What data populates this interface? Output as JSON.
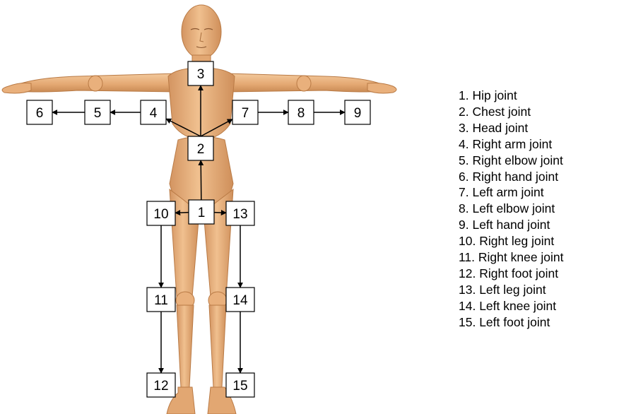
{
  "diagram": {
    "nodes": [
      {
        "id": "1",
        "label": "1"
      },
      {
        "id": "2",
        "label": "2"
      },
      {
        "id": "3",
        "label": "3"
      },
      {
        "id": "4",
        "label": "4"
      },
      {
        "id": "5",
        "label": "5"
      },
      {
        "id": "6",
        "label": "6"
      },
      {
        "id": "7",
        "label": "7"
      },
      {
        "id": "8",
        "label": "8"
      },
      {
        "id": "9",
        "label": "9"
      },
      {
        "id": "10",
        "label": "10"
      },
      {
        "id": "11",
        "label": "11"
      },
      {
        "id": "12",
        "label": "12"
      },
      {
        "id": "13",
        "label": "13"
      },
      {
        "id": "14",
        "label": "14"
      },
      {
        "id": "15",
        "label": "15"
      }
    ],
    "edges": [
      {
        "from": "1",
        "to": "2"
      },
      {
        "from": "2",
        "to": "3"
      },
      {
        "from": "2",
        "to": "4"
      },
      {
        "from": "2",
        "to": "7"
      },
      {
        "from": "4",
        "to": "5"
      },
      {
        "from": "5",
        "to": "6"
      },
      {
        "from": "7",
        "to": "8"
      },
      {
        "from": "8",
        "to": "9"
      },
      {
        "from": "1",
        "to": "10"
      },
      {
        "from": "1",
        "to": "13"
      },
      {
        "from": "10",
        "to": "11"
      },
      {
        "from": "11",
        "to": "12"
      },
      {
        "from": "13",
        "to": "14"
      },
      {
        "from": "14",
        "to": "15"
      }
    ]
  },
  "legend": {
    "items": [
      "1. Hip joint",
      "2. Chest joint",
      "3. Head joint",
      "4. Right arm joint",
      "5. Right elbow joint",
      "6. Right hand joint",
      "7. Left arm joint",
      "8. Left elbow joint",
      "9. Left hand joint",
      "10. Right leg joint",
      "11. Right knee joint",
      "12. Right foot joint",
      "13. Left leg joint",
      "14. Left knee joint",
      "15. Left foot joint"
    ]
  },
  "colors": {
    "skin": "#e8b07e",
    "skin_light": "#f3c99c",
    "skin_dark": "#c98b55",
    "box_fill": "#ffffff",
    "line": "#000000"
  }
}
